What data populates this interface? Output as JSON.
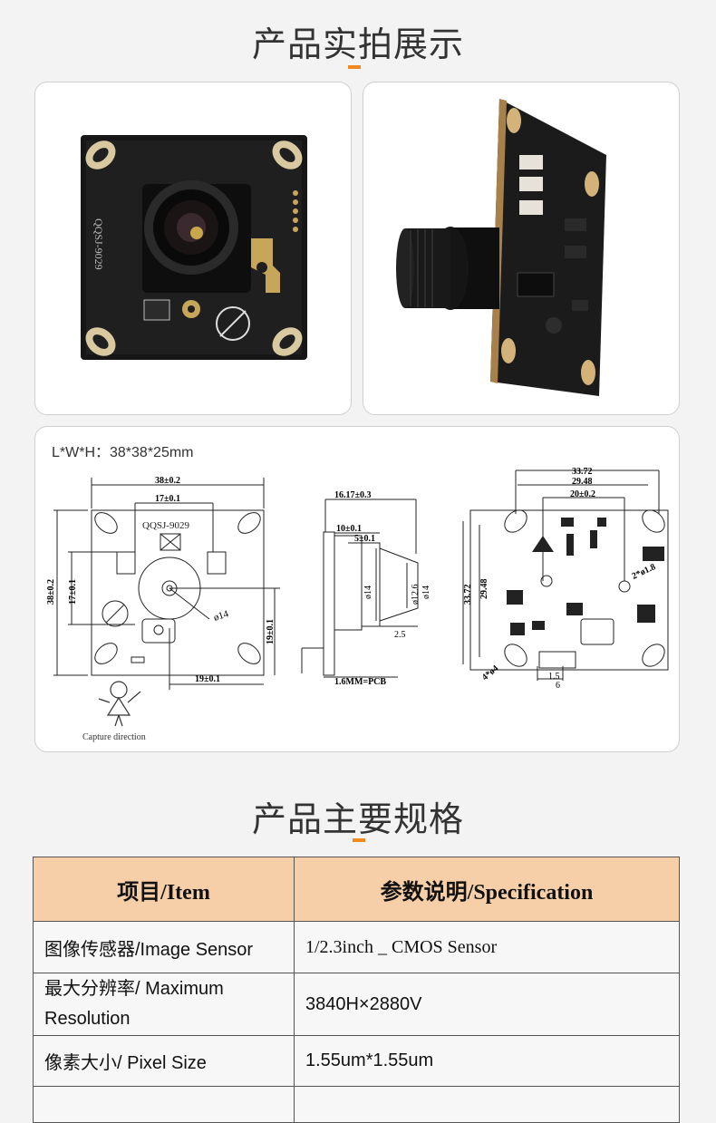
{
  "sections": {
    "photos_title": "产品实拍展示",
    "spec_title": "产品主要规格"
  },
  "drawing": {
    "dimensions": "L*W*H：38*38*25mm",
    "model_label": "QQSJ-9029",
    "capture_caption": "Capture direction",
    "front": {
      "d_width": "38±0.2",
      "d_inner": "17±0.1",
      "d_height": "38±0.2",
      "d_left": "17±0.1",
      "d_lens": "ø14",
      "d_right": "19±0.1",
      "d_bottom": "19±0.1"
    },
    "side": {
      "d_total": "16.17±0.3",
      "d_a": "10±0.1",
      "d_b": "5±0.1",
      "d_c": "ø14",
      "d_d": "ø12.6",
      "d_e": "ø14",
      "d_f": "2.5",
      "d_pcb": "1.6MM=PCB"
    },
    "back": {
      "d_outer": "33.72",
      "d_hole": "29.48",
      "d_mid": "20±0.2",
      "d_height": "33.72",
      "d_hole_v": "29.48",
      "d_holes": "2*ø1.8",
      "d_corner": "4*ø4",
      "d_conn": "1.5",
      "d_conn2": "6"
    }
  },
  "spec_table": {
    "headers": [
      "项目/Item",
      "参数说明/Specification"
    ],
    "rows": [
      [
        "图像传感器/Image Sensor",
        "1/2.3inch _ CMOS Sensor"
      ],
      [
        "最大分辨率/ Maximum Resolution",
        "3840H×2880V"
      ],
      [
        "像素大小/ Pixel Size",
        "1.55um*1.55um"
      ]
    ]
  },
  "colors": {
    "accent": "#f08a1e",
    "header_bg": "#f6cfa8",
    "pcb": "#1c1c1c"
  }
}
